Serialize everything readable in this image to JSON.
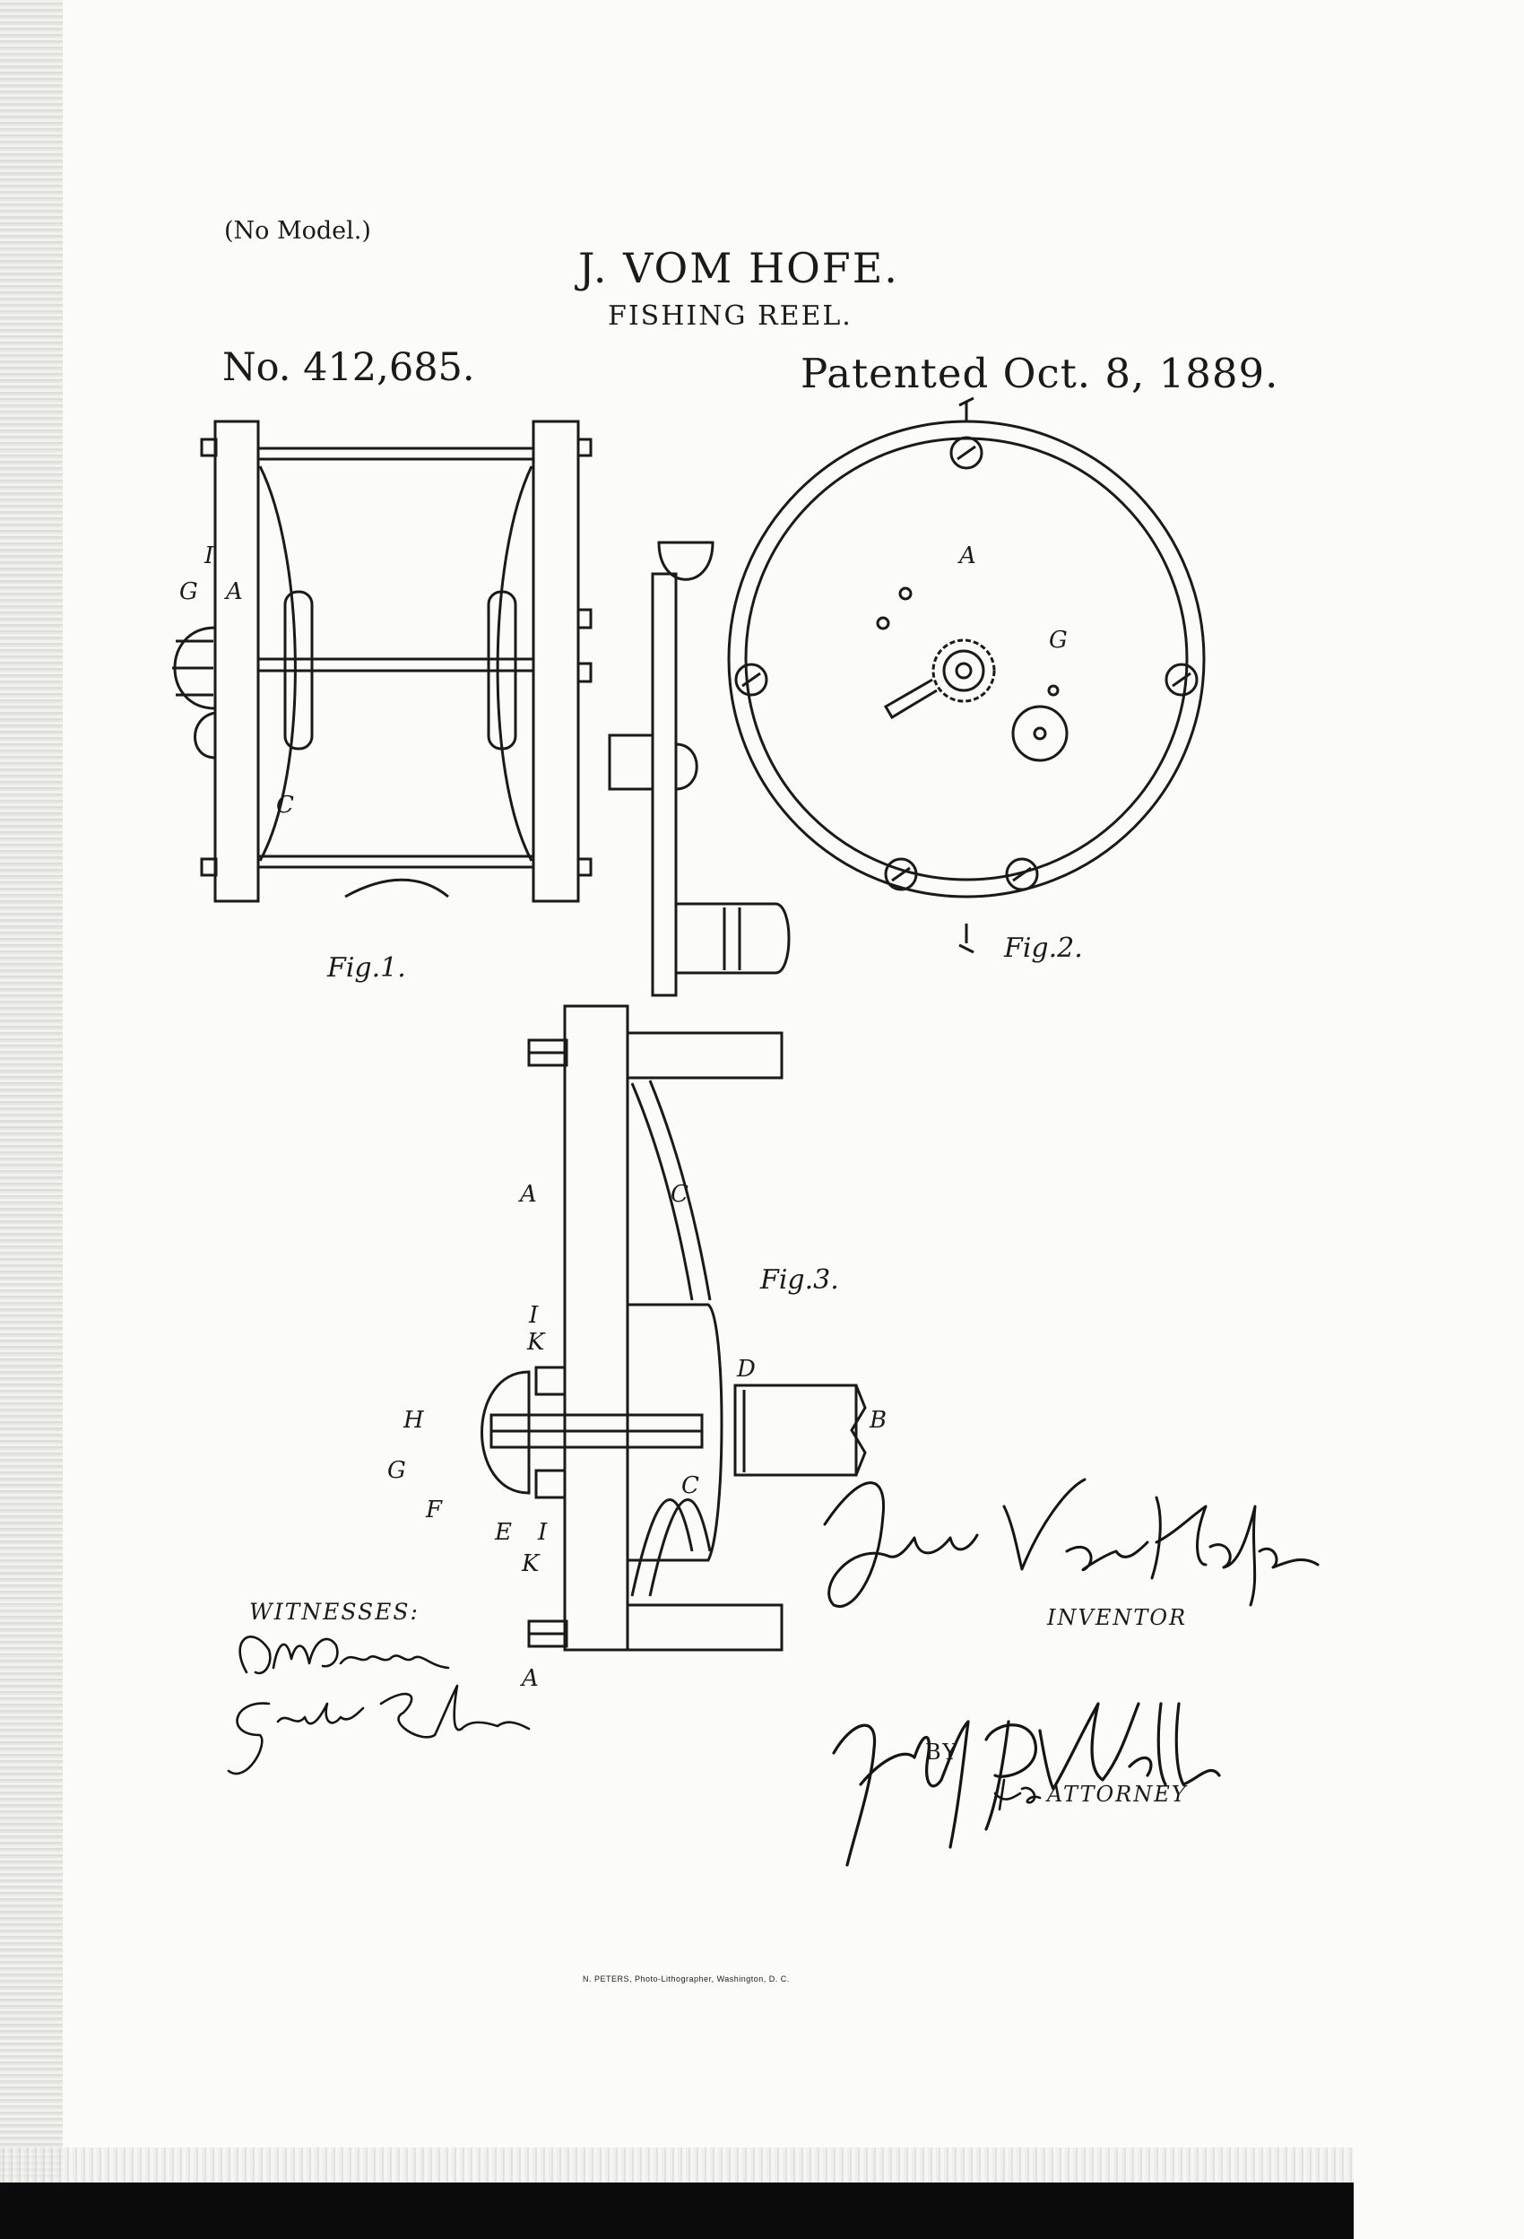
{
  "header": {
    "no_model": "(No Model.)",
    "inventor": "J. VOM HOFE.",
    "subject": "FISHING REEL.",
    "patent_number": "No. 412,685.",
    "patent_date": "Patented Oct. 8, 1889."
  },
  "figures": {
    "fig1": {
      "label": "Fig.1.",
      "parts": {
        "i": "I",
        "g": "G",
        "a": "A",
        "c": "C"
      }
    },
    "fig2": {
      "label": "Fig.2.",
      "parts": {
        "a": "A",
        "g": "G"
      }
    },
    "fig3": {
      "label": "Fig.3.",
      "parts": {
        "a_top": "A",
        "a_bottom": "A",
        "c_top": "C",
        "c_bottom": "C",
        "i_top": "I",
        "k_top": "K",
        "d": "D",
        "h": "H",
        "b": "B",
        "g": "G",
        "f": "F",
        "e": "E",
        "i_bottom": "I",
        "k_bottom": "K"
      }
    }
  },
  "footer": {
    "witnesses_label": "WITNESSES:",
    "inventor_label": "INVENTOR",
    "by_label": "BY",
    "attorney_label": "ATTORNEY",
    "printer_credit": "N. PETERS, Photo-Lithographer, Washington, D. C."
  }
}
